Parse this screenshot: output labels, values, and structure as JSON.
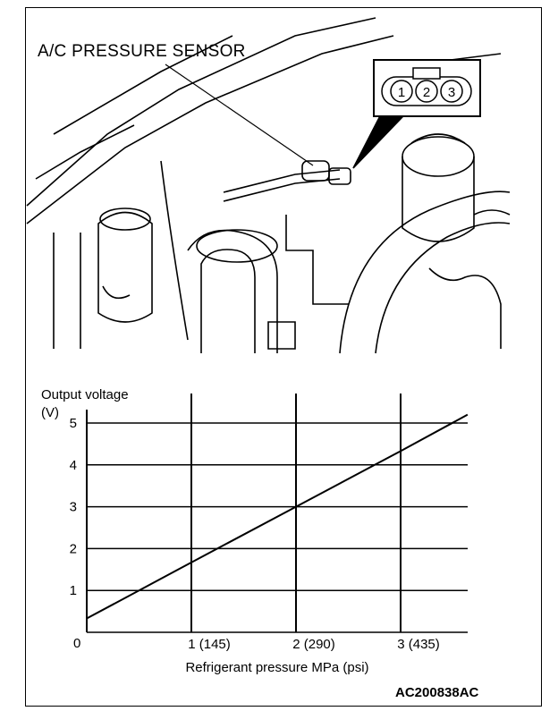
{
  "illustration": {
    "label": "A/C PRESSURE SENSOR",
    "connector_pins": [
      "1",
      "2",
      "3"
    ]
  },
  "figure_code": "AC200838AC",
  "chart_data": {
    "type": "line",
    "ylabel_line1": "Output voltage",
    "ylabel_line2": "(V)",
    "xlabel": "Refrigerant pressure MPa (psi)",
    "origin_label": "0",
    "xlim": [
      0,
      3.64
    ],
    "ylim": [
      0,
      5.2
    ],
    "x_ticks": [
      {
        "value": 1,
        "label": "1 (145)"
      },
      {
        "value": 2,
        "label": "2 (290)"
      },
      {
        "value": 3,
        "label": "3 (435)"
      }
    ],
    "y_ticks": [
      {
        "value": 1,
        "label": "1"
      },
      {
        "value": 2,
        "label": "2"
      },
      {
        "value": 3,
        "label": "3"
      },
      {
        "value": 4,
        "label": "4"
      },
      {
        "value": 5,
        "label": "5"
      }
    ],
    "grid": true,
    "series": [
      {
        "name": "Output voltage",
        "x": [
          0,
          1,
          2,
          3,
          3.64
        ],
        "y": [
          0.33,
          1.67,
          3.0,
          4.33,
          5.2
        ]
      }
    ]
  }
}
